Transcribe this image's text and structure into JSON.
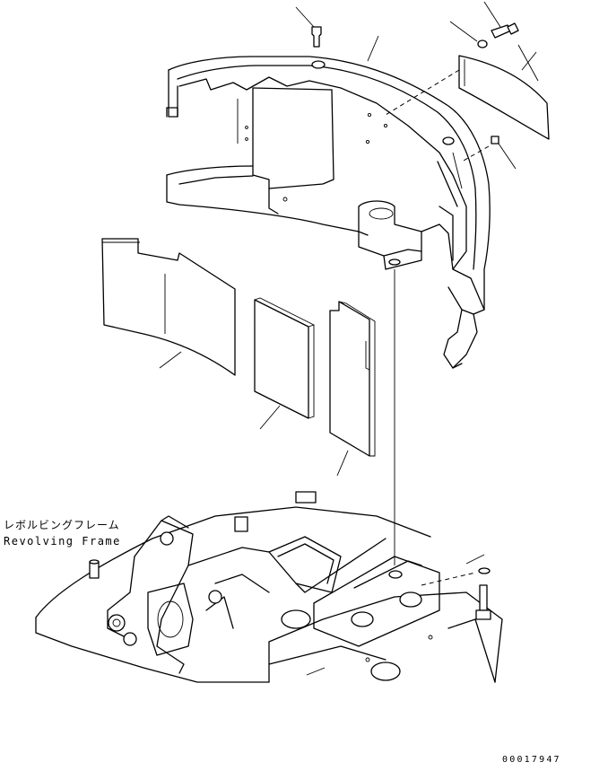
{
  "labels": {
    "frame_jp": "レボルビングフレーム",
    "frame_en": "Revolving Frame",
    "drawing_number": "00017947"
  },
  "colors": {
    "line": "#000000",
    "background": "#ffffff"
  }
}
